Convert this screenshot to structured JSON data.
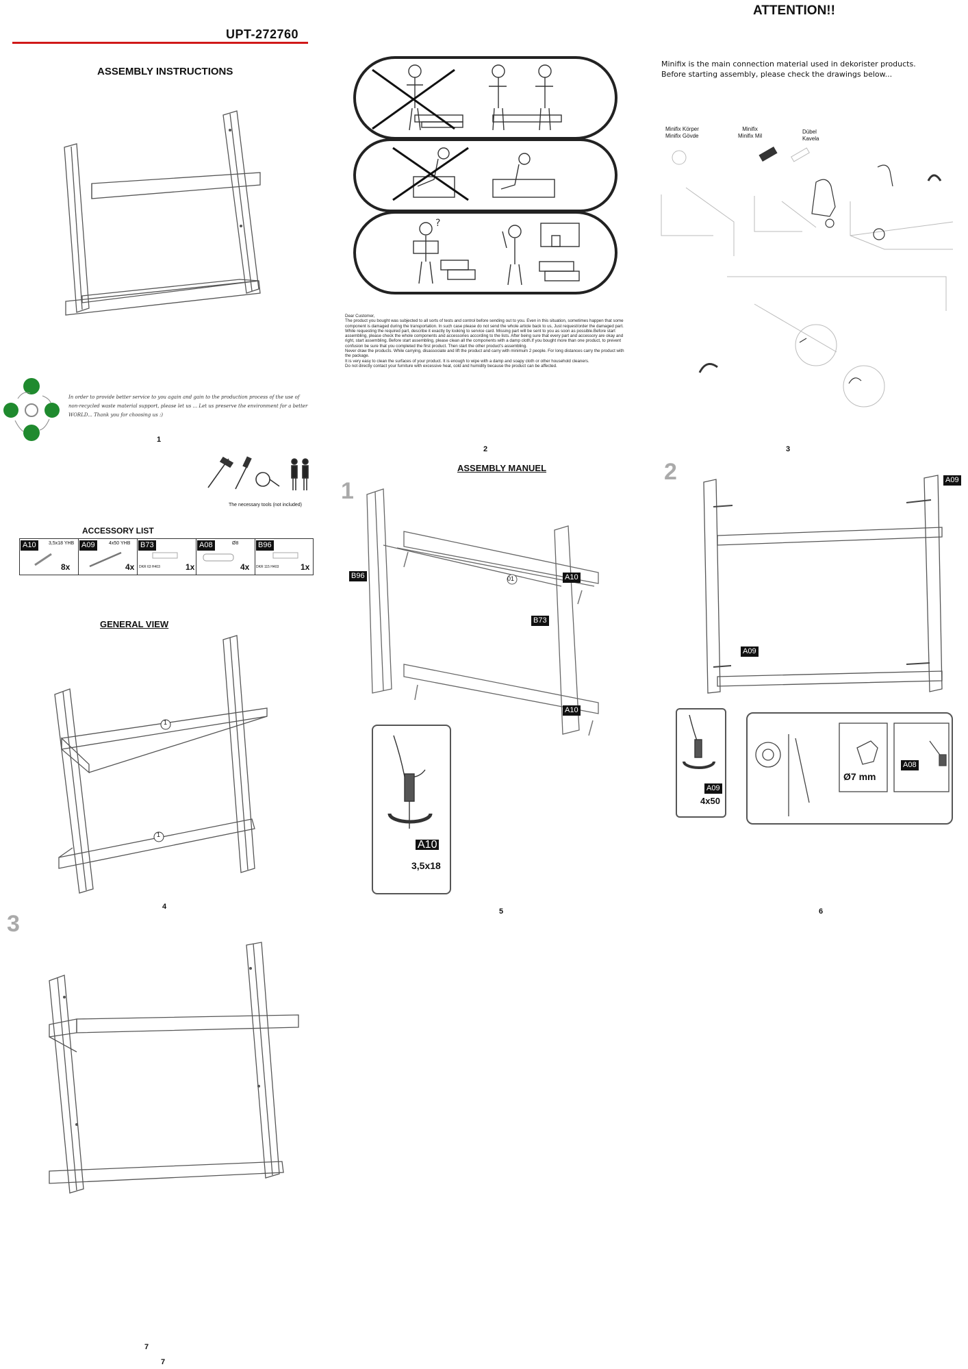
{
  "page1": {
    "code": "UPT-272760",
    "title": "ASSEMBLY INSTRUCTIONS",
    "eco_text": "In order to provide better service to you again and gain to the production process of the use of non-recycled waste material support, please let us ... Let us preserve the environment for a better WORLD... Thank you for choosing us :)",
    "page_number": "1"
  },
  "page2": {
    "letter": "Dear Customer,\nThe product you bought was subjected to all sorts of tests and control before sending out to you. Even in this situation, sometimes happen that some component is damaged during the transportation. In such case please do not send the whole article back to us, Just request/order the damaged part. While requesting the required part, describe it exactly by looking to service card. Missing part will be sent to you as soon as possible.Before start assembling, please check the whole components and accessories according to the lists. After being sure that every part and accessory are okay and right, start assembling. Before start assembling, please clean all the components with a damp cloth.If you bought more than one product, to prevent confusion be sure that you completed the first product. Then start the other product's assembling.\nNever draw the products. While carrying, disassociate and lift the product and carry with minimum 2 people. For long distances carry the product with the package.\nIt is very easy to clean the surfaces of your product. It is enough to wipe with a damp and soapy cloth or other household cleaners.\nDo not directly contact your furniture with excessive heat, cold and humidity because the product can be affected.",
    "page_number": "2"
  },
  "page3": {
    "title": "ATTENTION!!",
    "intro": "Minifix is the main connection material used in dekorister products.\nBefore starting assembly, please check the drawings below...",
    "labels": [
      "Minifix Körper\nMinifix Gövde",
      "Minifix\nMinifix Mil",
      "Dübel\nKavela"
    ],
    "page_number": "3"
  },
  "page4": {
    "tools_caption": "The necessary tools (not included)",
    "accessory_title": "ACCESSORY LIST",
    "accessories": [
      {
        "code": "A10",
        "size": "3,5x18 YHB",
        "qty": "8x"
      },
      {
        "code": "A09",
        "size": "4x50 YHB",
        "qty": "4x"
      },
      {
        "code": "B73",
        "size": "DKR 63 Н403",
        "qty": "1x"
      },
      {
        "code": "A08",
        "size": "Ø8",
        "qty": "4x"
      },
      {
        "code": "B96",
        "size": "DKR 115 Н403",
        "qty": "1x"
      }
    ],
    "general_view_title": "GENERAL VIEW",
    "part_marker": "1",
    "page_number": "4"
  },
  "page5": {
    "title": "ASSEMBLY MANUEL",
    "step": "1",
    "tags": {
      "b96": "B96",
      "a10a": "A10",
      "b73": "B73",
      "a10b": "A10",
      "part": "01"
    },
    "callout_code": "A10",
    "callout_size": "3,5x18",
    "page_number": "5"
  },
  "page6": {
    "step": "2",
    "tags": {
      "a09a": "A09",
      "a09b": "A09",
      "a08": "A08"
    },
    "callout_code": "A09",
    "callout_size": "4x50",
    "drill_size": "Ø7 mm",
    "page_number": "6"
  },
  "page7": {
    "step": "3",
    "page_number": "7",
    "footer_number": "7"
  }
}
